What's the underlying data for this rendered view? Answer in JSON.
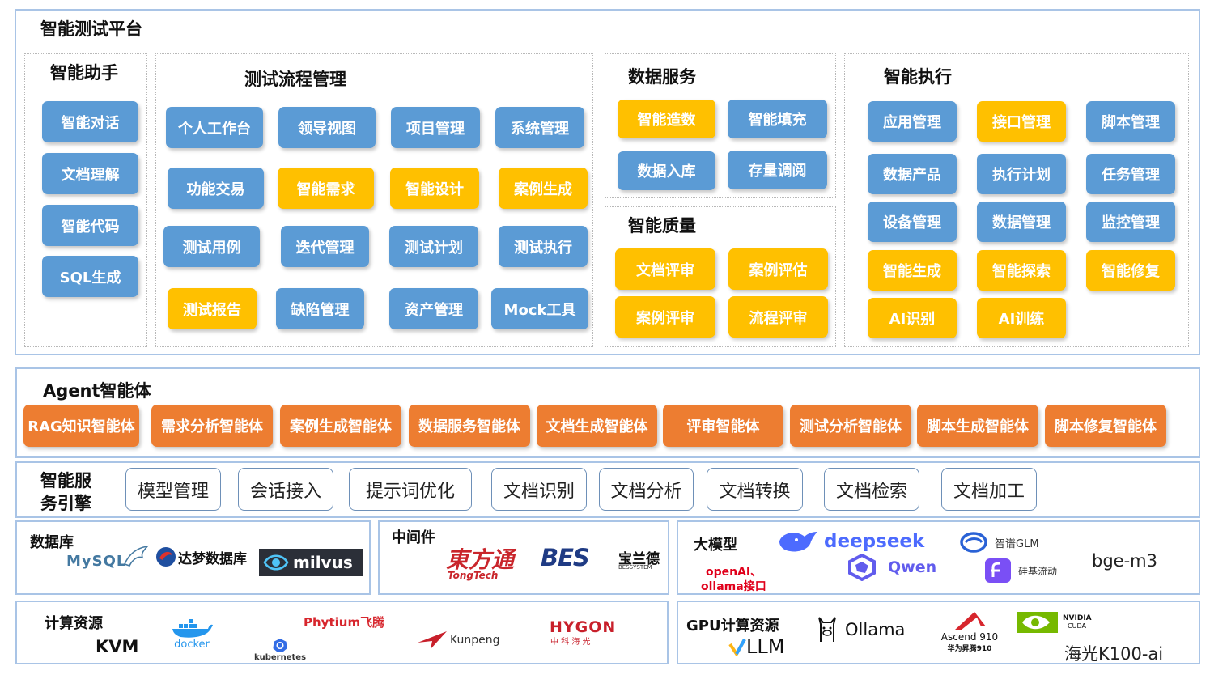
{
  "platform": {
    "title": "智能测试平台",
    "assistant": {
      "title": "智能助手",
      "items": [
        "智能对话",
        "文档理解",
        "智能代码",
        "SQL生成"
      ]
    },
    "process": {
      "title": "测试流程管理",
      "items": [
        "个人工作台",
        "领导视图",
        "项目管理",
        "系统管理",
        "功能交易",
        "智能需求",
        "智能设计",
        "案例生成",
        "测试用例",
        "迭代管理",
        "测试计划",
        "测试执行",
        "测试报告",
        "缺陷管理",
        "资产管理",
        "Mock工具"
      ]
    },
    "data_service": {
      "title": "数据服务",
      "items": [
        "智能造数",
        "智能填充",
        "数据入库",
        "存量调阅"
      ]
    },
    "quality": {
      "title": "智能质量",
      "items": [
        "文档评审",
        "案例评估",
        "案例评审",
        "流程评审"
      ]
    },
    "execution": {
      "title": "智能执行",
      "items": [
        "应用管理",
        "接口管理",
        "脚本管理",
        "数据产品",
        "执行计划",
        "任务管理",
        "设备管理",
        "数据管理",
        "监控管理",
        "智能生成",
        "智能探索",
        "智能修复",
        "AI识别",
        "AI训练"
      ]
    }
  },
  "agent": {
    "title": "Agent智能体",
    "items": [
      "RAG知识智能体",
      "需求分析智能体",
      "案例生成智能体",
      "数据服务智能体",
      "文档生成智能体",
      "评审智能体",
      "测试分析智能体",
      "脚本生成智能体",
      "脚本修复智能体"
    ]
  },
  "engine": {
    "title_line1": "智能服",
    "title_line2": "务引擎",
    "items": [
      "模型管理",
      "会话接入",
      "提示词优化",
      "文档识别",
      "文档分析",
      "文档转换",
      "文档检索",
      "文档加工"
    ]
  },
  "database": {
    "title": "数据库",
    "logos": [
      "MySQL",
      "达梦数据库",
      "milvus"
    ]
  },
  "middleware": {
    "title": "中间件",
    "logos": {
      "tongtech_cn": "東方通",
      "tongtech_en": "TongTech",
      "bes": "BES",
      "bes_cn": "宝兰德",
      "bes_sub": "BESSYSTEM"
    }
  },
  "llm": {
    "title": "大模型",
    "openai_line1": "openAI、",
    "openai_line2": "ollama接口",
    "logos": [
      "deepseek",
      "智谱GLM",
      "Qwen",
      "硅基流动",
      "bge-m3"
    ]
  },
  "compute": {
    "title": "计算资源",
    "logos": {
      "kvm": "KVM",
      "docker": "docker",
      "kubernetes": "kubernetes",
      "phytium": "Phytium飞腾",
      "kunpeng": "Kunpeng",
      "hygon": "HYGON",
      "hygon_cn": "中 科 海 光"
    }
  },
  "gpu": {
    "title": "GPU计算资源",
    "logos": {
      "ollama": "Ollama",
      "vllm": "LLM",
      "ascend": "Ascend 910",
      "ascend_cn": "华为昇腾910",
      "nvidia": "NVIDIA",
      "cuda": "CUDA",
      "hygon_k100": "海光K100-ai"
    }
  },
  "colors": {
    "blue": "#5b9bd5",
    "yellow": "#ffc000",
    "orange": "#ed7d31",
    "border": "#a9c4e6"
  }
}
